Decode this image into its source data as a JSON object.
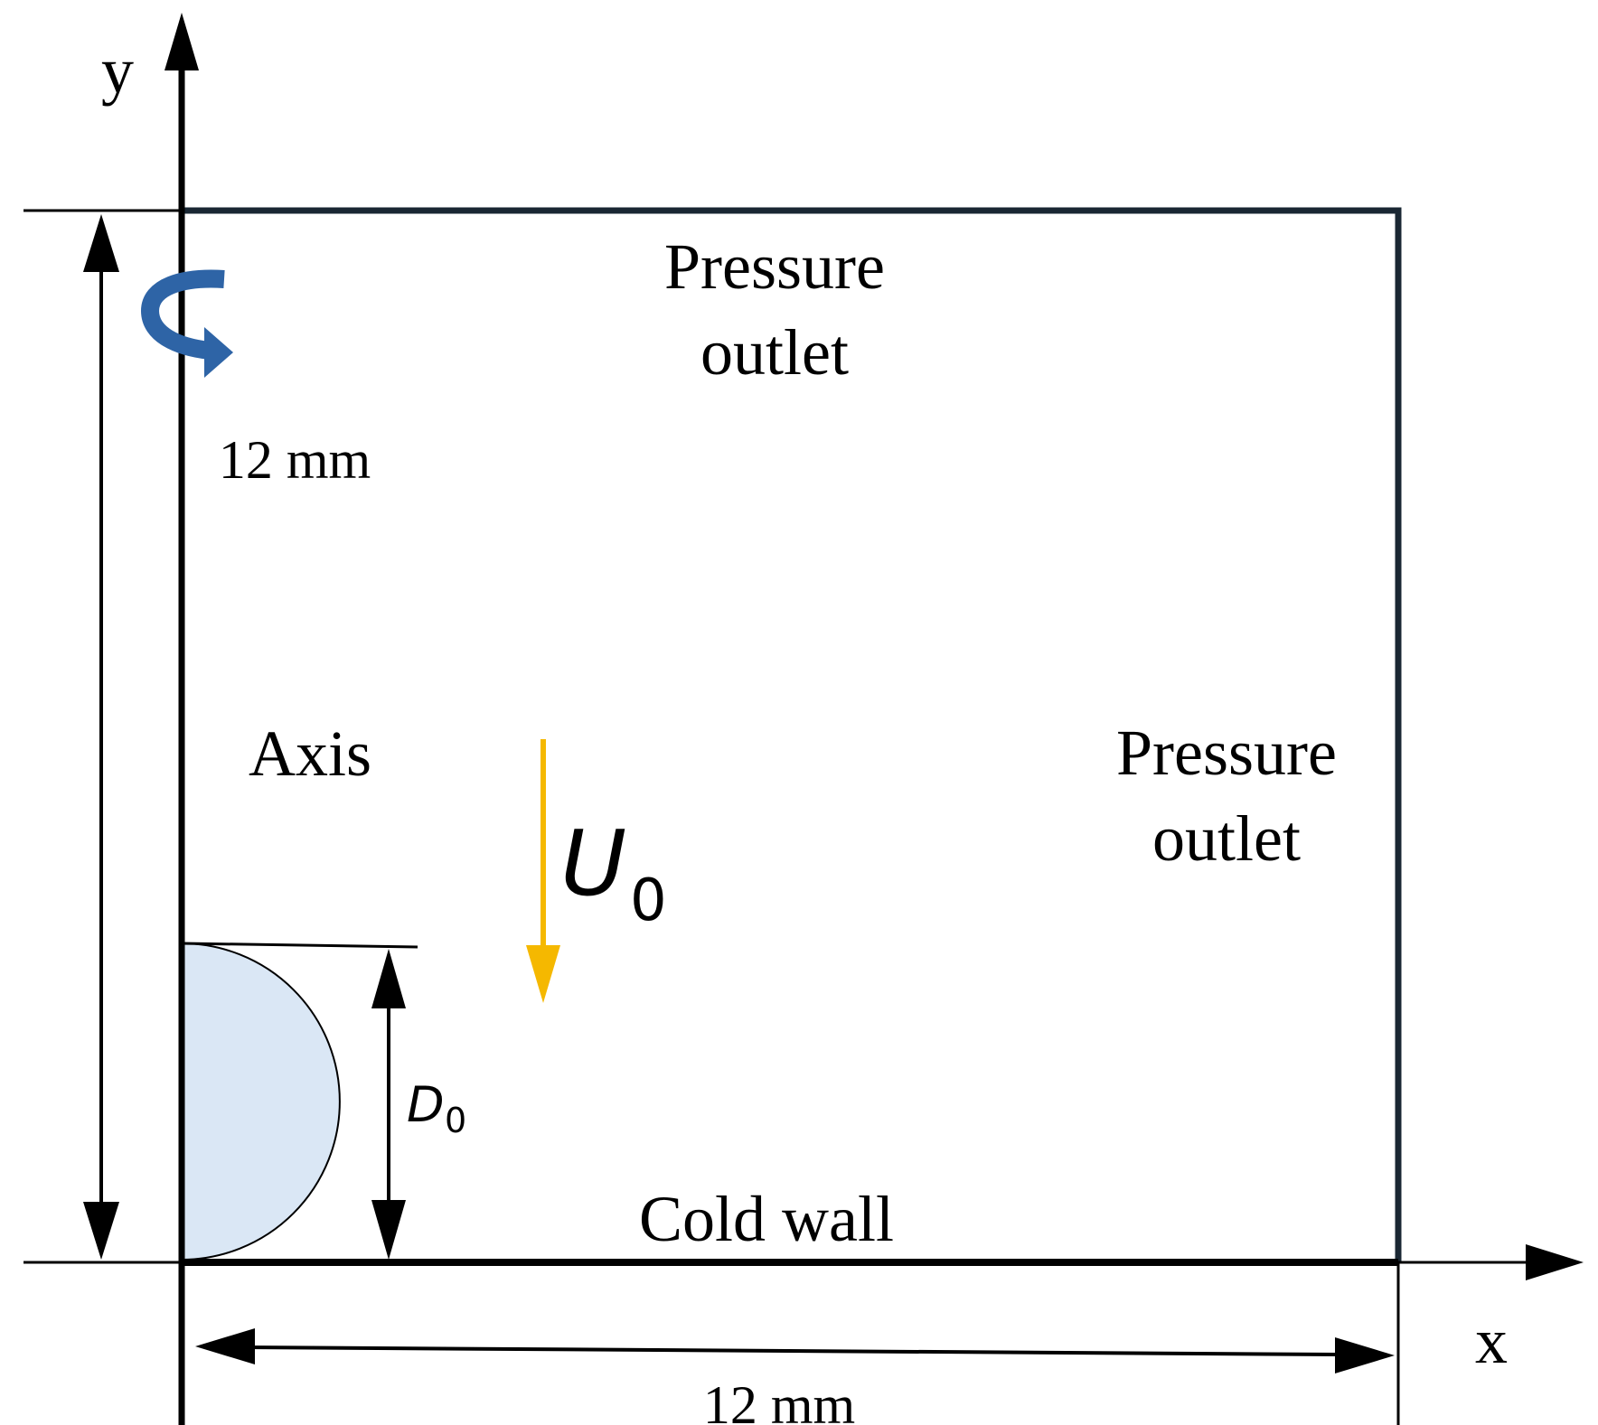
{
  "axes": {
    "x_label": "x",
    "y_label": "y"
  },
  "domain": {
    "height_label": "12 mm",
    "width_label": "12 mm"
  },
  "boundaries": {
    "top_line1": "Pressure",
    "top_line2": "outlet",
    "right_line1": "Pressure",
    "right_line2": "outlet",
    "bottom": "Cold wall",
    "left": "Axis"
  },
  "velocity": {
    "symbol": "U",
    "subscript": "0"
  },
  "droplet": {
    "diameter_symbol": "D",
    "diameter_subscript": "0"
  },
  "colors": {
    "domain_border": "#1a2733",
    "line": "#000000",
    "velocity_arrow": "#f5b800",
    "droplet_fill": "#dae7f5",
    "rotation_arrow": "#2e64a6"
  }
}
